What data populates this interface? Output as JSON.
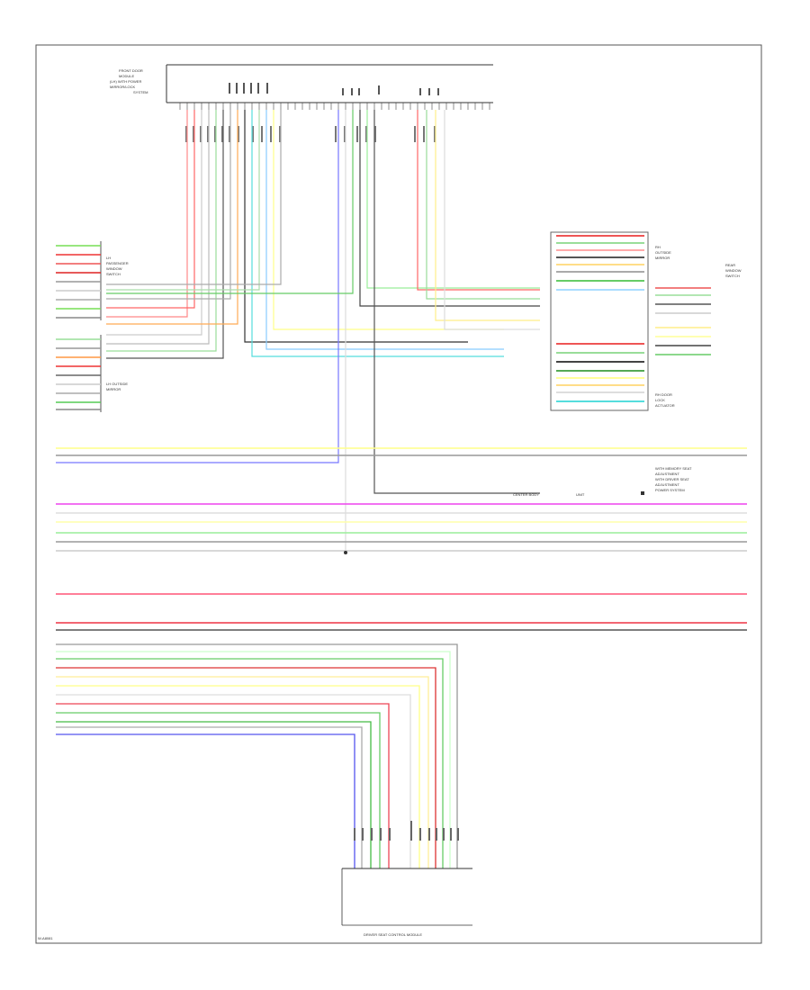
{
  "diagram": {
    "footer_code": "W-A8081",
    "labels": {
      "top_module": [
        "FRONT DOOR",
        "MODULE",
        "(LH) WITH POWER",
        "MIRROR/LOCK",
        "SYSTEM"
      ],
      "left_module_1": [
        "LH",
        "PASSENGER",
        "WINDOW",
        "SWITCH"
      ],
      "left_module_2": [
        "LH OUTSIDE",
        "MIRROR"
      ],
      "right_module_1": [
        "RH",
        "OUTSIDE",
        "MIRROR"
      ],
      "right_module_2": [
        "REAR",
        "WINDOW",
        "SWITCH"
      ],
      "right_module_3": [
        "RH DOOR",
        "LOCK",
        "ACTUATOR"
      ],
      "mid_note": [
        "WITH MEMORY SEAT",
        "ADJUSTMENT",
        "WITH DRIVER SEAT",
        "ADJUSTMENT",
        "POWER SYSTEM"
      ],
      "mid_strip": [
        "CENTER BODY",
        "UNIT"
      ],
      "bottom_module": "DRIVER SEAT CONTROL MODULE"
    }
  }
}
